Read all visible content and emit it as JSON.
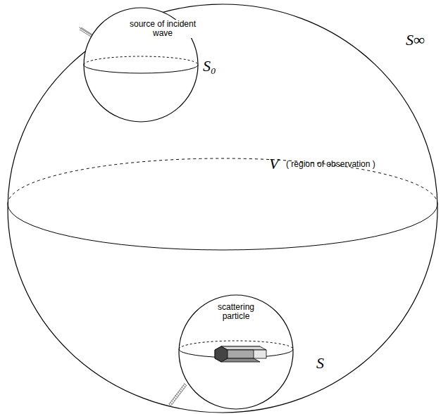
{
  "diagram": {
    "nodes": [
      {
        "text": [
          "S∞",
          "V",
          "( region of observation )"
        ]
      },
      {
        "text": [
          "source of incident wave",
          "S₀"
        ],
        "in": 0
      },
      {
        "text": [
          "scattering particle",
          "S"
        ],
        "in": 0
      }
    ]
  }
}
